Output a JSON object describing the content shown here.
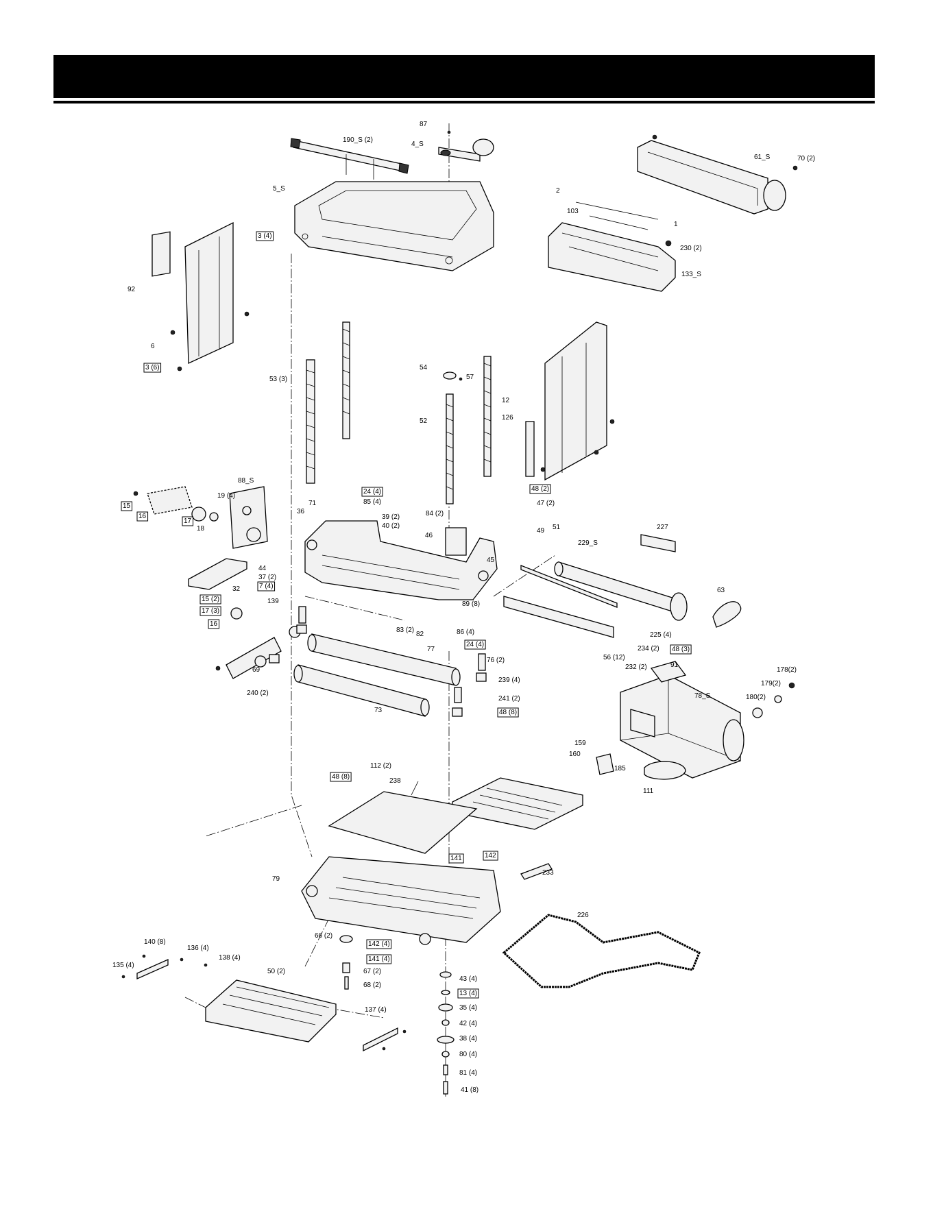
{
  "header": {
    "title": ""
  },
  "labels": [
    {
      "id": "l87",
      "text": "87",
      "boxed": false
    },
    {
      "id": "l190",
      "text": "190_S (2)",
      "boxed": false
    },
    {
      "id": "l4s",
      "text": "4_S",
      "boxed": false
    },
    {
      "id": "l5s",
      "text": "5_S",
      "boxed": false
    },
    {
      "id": "l3a",
      "text": "3 (4)",
      "boxed": true
    },
    {
      "id": "l92",
      "text": "92",
      "boxed": false
    },
    {
      "id": "l6",
      "text": "6",
      "boxed": false
    },
    {
      "id": "l3b",
      "text": "3 (6)",
      "boxed": true
    },
    {
      "id": "l61s",
      "text": "61_S",
      "boxed": false
    },
    {
      "id": "l70",
      "text": "70 (2)",
      "boxed": false
    },
    {
      "id": "l2",
      "text": "2",
      "boxed": false
    },
    {
      "id": "l103",
      "text": "103",
      "boxed": false
    },
    {
      "id": "l1",
      "text": "1",
      "boxed": false
    },
    {
      "id": "l230",
      "text": "230 (2)",
      "boxed": false
    },
    {
      "id": "l133s",
      "text": "133_S",
      "boxed": false
    },
    {
      "id": "l53",
      "text": "53 (3)",
      "boxed": false
    },
    {
      "id": "l54",
      "text": "54",
      "boxed": false
    },
    {
      "id": "l57",
      "text": "57",
      "boxed": false
    },
    {
      "id": "l52",
      "text": "52",
      "boxed": false
    },
    {
      "id": "l12",
      "text": "12",
      "boxed": false
    },
    {
      "id": "l126",
      "text": "126",
      "boxed": false
    },
    {
      "id": "l88s",
      "text": "88_S",
      "boxed": false
    },
    {
      "id": "l19",
      "text": "19 (4)",
      "boxed": false
    },
    {
      "id": "l15a",
      "text": "15",
      "boxed": true
    },
    {
      "id": "l16a",
      "text": "16",
      "boxed": true
    },
    {
      "id": "l17a",
      "text": "17",
      "boxed": true
    },
    {
      "id": "l18",
      "text": "18",
      "boxed": false
    },
    {
      "id": "l24a",
      "text": "24 (4)",
      "boxed": true
    },
    {
      "id": "l85",
      "text": "85 (4)",
      "boxed": false
    },
    {
      "id": "l48a",
      "text": "48 (2)",
      "boxed": true
    },
    {
      "id": "l47",
      "text": "47 (2)",
      "boxed": false
    },
    {
      "id": "l49",
      "text": "49",
      "boxed": false
    },
    {
      "id": "l51",
      "text": "51",
      "boxed": false
    },
    {
      "id": "l71",
      "text": "71",
      "boxed": false
    },
    {
      "id": "l36",
      "text": "36",
      "boxed": false
    },
    {
      "id": "l39",
      "text": "39 (2)",
      "boxed": false
    },
    {
      "id": "l40",
      "text": "40 (2)",
      "boxed": false
    },
    {
      "id": "l84",
      "text": "84 (2)",
      "boxed": false
    },
    {
      "id": "l46",
      "text": "46",
      "boxed": false
    },
    {
      "id": "l45",
      "text": "45",
      "boxed": false
    },
    {
      "id": "l227",
      "text": "227",
      "boxed": false
    },
    {
      "id": "l229s",
      "text": "229_S",
      "boxed": false
    },
    {
      "id": "l63",
      "text": "63",
      "boxed": false
    },
    {
      "id": "l32",
      "text": "32",
      "boxed": false
    },
    {
      "id": "l44",
      "text": "44",
      "boxed": false
    },
    {
      "id": "l37",
      "text": "37 (2)",
      "boxed": false
    },
    {
      "id": "l7",
      "text": "7 (4)",
      "boxed": true
    },
    {
      "id": "l15b",
      "text": "15 (2)",
      "boxed": true
    },
    {
      "id": "l17b",
      "text": "17 (3)",
      "boxed": true
    },
    {
      "id": "l16b",
      "text": "16",
      "boxed": true
    },
    {
      "id": "l139",
      "text": "139",
      "boxed": false
    },
    {
      "id": "l89",
      "text": "89 (8)",
      "boxed": false
    },
    {
      "id": "l83",
      "text": "83 (2)",
      "boxed": false
    },
    {
      "id": "l82",
      "text": "82",
      "boxed": false
    },
    {
      "id": "l86",
      "text": "86 (4)",
      "boxed": false
    },
    {
      "id": "l24b",
      "text": "24 (4)",
      "boxed": true
    },
    {
      "id": "l225",
      "text": "225 (4)",
      "boxed": false
    },
    {
      "id": "l48b",
      "text": "48 (3)",
      "boxed": true
    },
    {
      "id": "l234",
      "text": "234 (2)",
      "boxed": false
    },
    {
      "id": "l232",
      "text": "232 (2)",
      "boxed": false
    },
    {
      "id": "l56",
      "text": "56 (12)",
      "boxed": false
    },
    {
      "id": "l77",
      "text": "77",
      "boxed": false
    },
    {
      "id": "l76",
      "text": "76 (2)",
      "boxed": false
    },
    {
      "id": "l69",
      "text": "69",
      "boxed": false
    },
    {
      "id": "l239",
      "text": "239 (4)",
      "boxed": false
    },
    {
      "id": "l240",
      "text": "240 (2)",
      "boxed": false
    },
    {
      "id": "l241",
      "text": "241 (2)",
      "boxed": false
    },
    {
      "id": "l48c",
      "text": "48 (8)",
      "boxed": true
    },
    {
      "id": "l73",
      "text": "73",
      "boxed": false
    },
    {
      "id": "l91",
      "text": "91",
      "boxed": false
    },
    {
      "id": "l178",
      "text": "178(2)",
      "boxed": false
    },
    {
      "id": "l179",
      "text": "179(2)",
      "boxed": false
    },
    {
      "id": "l180",
      "text": "180(2)",
      "boxed": false
    },
    {
      "id": "l78s",
      "text": "78_S",
      "boxed": false
    },
    {
      "id": "l159",
      "text": "159",
      "boxed": false
    },
    {
      "id": "l160",
      "text": "160",
      "boxed": false
    },
    {
      "id": "l185",
      "text": "185",
      "boxed": false
    },
    {
      "id": "l111",
      "text": "111",
      "boxed": false
    },
    {
      "id": "l48d",
      "text": "48 (8)",
      "boxed": true
    },
    {
      "id": "l112",
      "text": "112 (2)",
      "boxed": false
    },
    {
      "id": "l238",
      "text": "238",
      "boxed": false
    },
    {
      "id": "l141a",
      "text": "141",
      "boxed": true
    },
    {
      "id": "l142a",
      "text": "142",
      "boxed": true
    },
    {
      "id": "l233",
      "text": "233",
      "boxed": false
    },
    {
      "id": "l79",
      "text": "79",
      "boxed": false
    },
    {
      "id": "l226",
      "text": "226",
      "boxed": false
    },
    {
      "id": "l66",
      "text": "66 (2)",
      "boxed": false
    },
    {
      "id": "l142b",
      "text": "142 (4)",
      "boxed": true
    },
    {
      "id": "l141b",
      "text": "141 (4)",
      "boxed": true
    },
    {
      "id": "l140",
      "text": "140 (8)",
      "boxed": false
    },
    {
      "id": "l136",
      "text": "136 (4)",
      "boxed": false
    },
    {
      "id": "l138",
      "text": "138 (4)",
      "boxed": false
    },
    {
      "id": "l135",
      "text": "135 (4)",
      "boxed": false
    },
    {
      "id": "l50",
      "text": "50 (2)",
      "boxed": false
    },
    {
      "id": "l67",
      "text": "67 (2)",
      "boxed": false
    },
    {
      "id": "l68",
      "text": "68 (2)",
      "boxed": false
    },
    {
      "id": "l137",
      "text": "137 (4)",
      "boxed": false
    },
    {
      "id": "l43",
      "text": "43 (4)",
      "boxed": false
    },
    {
      "id": "l13",
      "text": "13 (4)",
      "boxed": true
    },
    {
      "id": "l35",
      "text": "35 (4)",
      "boxed": false
    },
    {
      "id": "l42",
      "text": "42 (4)",
      "boxed": false
    },
    {
      "id": "l38",
      "text": "38 (4)",
      "boxed": false
    },
    {
      "id": "l80",
      "text": "80 (4)",
      "boxed": false
    },
    {
      "id": "l81",
      "text": "81 (4)",
      "boxed": false
    },
    {
      "id": "l41",
      "text": "41 (8)",
      "boxed": false
    }
  ]
}
